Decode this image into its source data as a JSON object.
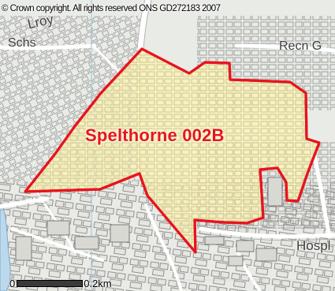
{
  "map": {
    "copyright": "© Crown copyright. All rights reserved ONS GD272183 2007",
    "area_label": "Spelthorne 002B",
    "place_labels": {
      "lroy": "Lroy",
      "schs": "Schs",
      "recn": "Recn G",
      "hosp": "Hospl"
    },
    "scale": {
      "start": "0",
      "end": "0.2km"
    }
  },
  "colors": {
    "boundary": "#e8141c",
    "area_fill": "#fdf3b0",
    "background": "#e9ebe6",
    "water": "#bcd8ec",
    "roads": "#ffffff"
  }
}
